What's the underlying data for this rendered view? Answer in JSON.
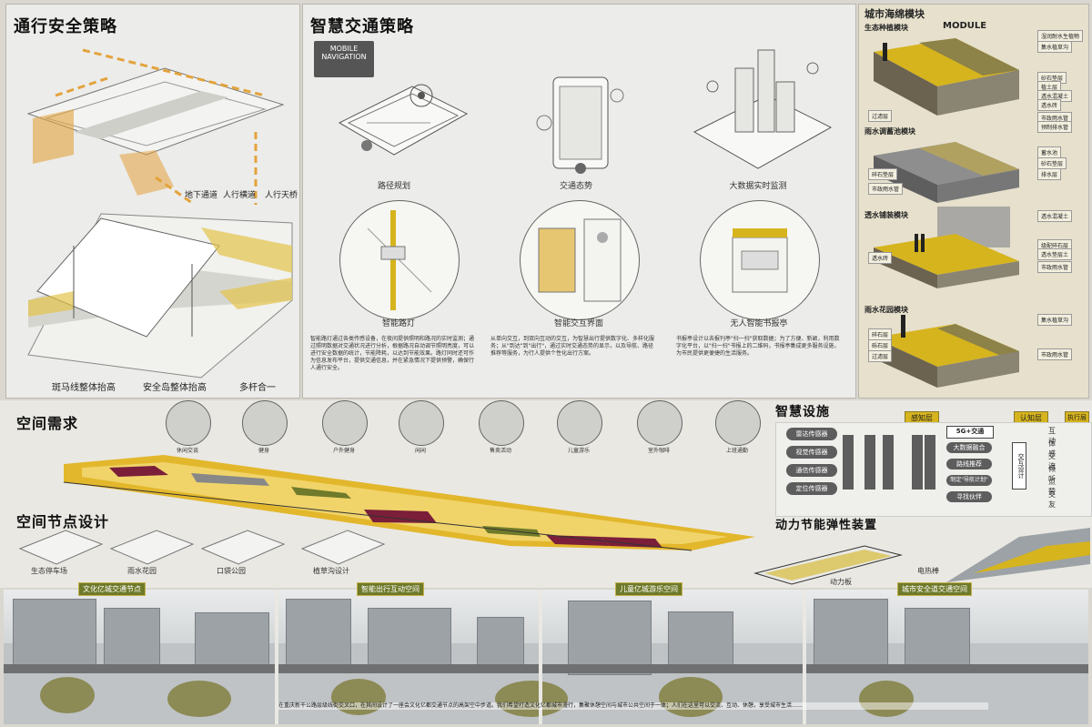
{
  "panels": {
    "safety": {
      "title": "通行安全策略",
      "labels": [
        "地下通道",
        "人行横道",
        "人行天桥"
      ],
      "bottom_labels": [
        "斑马线整体抬高",
        "安全岛整体抬高",
        "多杆合一"
      ]
    },
    "traffic": {
      "title": "智慧交通策略",
      "mobile_nav": [
        "MOBILE",
        "NAVIGATION"
      ],
      "diagrams": [
        "路径规划",
        "交通态势",
        "大数据实时监测"
      ],
      "circles": [
        "智能路灯",
        "智能交互界面",
        "无人智能书报亭"
      ],
      "texts": [
        "智能路灯通过各类传感设备，在夜间提供照明和路况的实时监测；通过照明数据对交通状况进行分析，根据路况自动调节照明亮度，可以进行安全数据的统计，节能降耗，以达到节能效果。路灯同时还可作为信息发布平台，提供交通信息，并在紧急情况下提供预警，确保行人通行安全。",
        "从单向交互，到双向互动的交互，为智慧出行提供数字化、多样化服务；从\"到达\"到\"出行\"，通过实时交通态势的显示，以及导航、路径推荐等服务，为行人提供个性化出行方案。",
        "书报亭设计以去报刊亭\"扫一扫\"获取数据；为了方便、新颖，利用数字化平台，以\"扫一扫\"书报上的二维码，书报亭集成更多服务设施，为市民提供更便捷的生活服务。"
      ]
    },
    "sponge": {
      "title": "城市海绵模块",
      "module_word": "MODULE",
      "modules": [
        {
          "name": "生态种植模块",
          "tags": [
            "湿润耐水生植物",
            "集水植草沟",
            "砂石垫层",
            "植土层",
            "透水混凝土",
            "透水砖",
            "过滤层",
            "市政雨水管",
            "预制排水管"
          ]
        },
        {
          "name": "雨水调蓄池模块",
          "tags": [
            "蓄水池",
            "砂石垫层",
            "碎石垫层",
            "排水层",
            "市政雨水管"
          ]
        },
        {
          "name": "透水铺装模块",
          "tags": [
            "透水混凝土",
            "级配碎石层",
            "透水垫层土",
            "透水砖",
            "市政雨水管"
          ]
        },
        {
          "name": "雨水花园模块",
          "tags": [
            "集水植草沟",
            "碎石层",
            "砾石层",
            "过滤层",
            "市政雨水管"
          ]
        }
      ]
    },
    "demand": {
      "title": "空间需求",
      "icons": [
        "休闲交谈",
        "健身",
        "户外健身",
        "闲闲",
        "售卖活动",
        "儿童游乐",
        "室外咖啡",
        "上班通勤"
      ]
    },
    "nodes": {
      "title": "空间节点设计",
      "items": [
        "生态停车场",
        "雨水花园",
        "口袋公园",
        "植草沟设计"
      ]
    },
    "smart": {
      "title": "智慧设施",
      "perception_label": "感知层",
      "cognition_label": "认知层",
      "exec_label": "执行层",
      "sensors": [
        "雷达传感器",
        "视觉传感器",
        "通信传感器",
        "定位传感器"
      ],
      "mid": [
        "5G+交通",
        "大数据融合",
        "路线推荐",
        "制定\"导航计划\"",
        "寻找伙伴"
      ],
      "interact": "交互设计",
      "outputs": [
        "互动",
        "体感",
        "交流",
        "倾听",
        "点赞",
        "交友"
      ]
    },
    "elastic": {
      "title": "动力节能弹性装置",
      "labels": [
        "动力板",
        "电热棒"
      ]
    },
    "bottom": {
      "bands": [
        "文化亿城交通节点",
        "智能出行互动空间",
        "儿童亿城游乐空间",
        "城市安全道交通空间"
      ],
      "caption": "在重庆新干公路层级线街交叉口，在其间设计了一座会文化亿都交通节点的高架空中步道。我们希望打造文化亿都城市漫行，集聚休憩空间与城市公共空间于一体；人们在这里可以交流、互动、休憩，享受城市生活……"
    }
  },
  "colors": {
    "accent_yellow": "#d6b41e",
    "maroon": "#7a1e3a",
    "dark_gray": "#5d5d5d"
  }
}
